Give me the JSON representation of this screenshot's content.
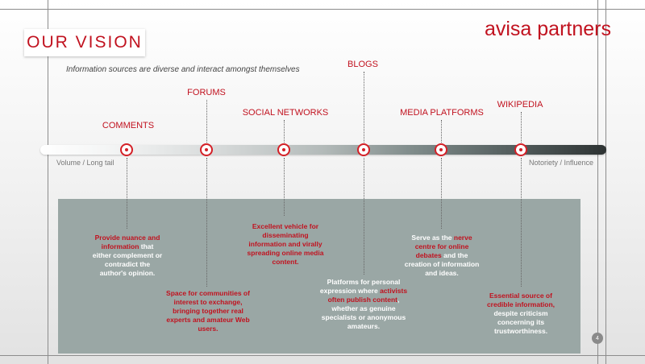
{
  "header": {
    "title": "OUR VISION",
    "brand": "avisa partners"
  },
  "subtitle": "Information sources are diverse and interact amongst themselves",
  "axis": {
    "left_label": "Volume / Long tail",
    "right_label": "Notoriety / Influence"
  },
  "categories": [
    {
      "label": "COMMENTS",
      "desc": {
        "a_red": "Provide nuance and information",
        "b": " that either complement or contradict the author's opinion.",
        "c_red": "",
        "d": ""
      }
    },
    {
      "label": "FORUMS",
      "desc": {
        "a_red": "Space for communities of interest to exchange, bringing together real experts and amateur Web users.",
        "b": "",
        "c_red": "",
        "d": ""
      }
    },
    {
      "label": "SOCIAL NETWORKS",
      "desc": {
        "a_red": "Excellent vehicle for disseminating information and virally spreading online media content.",
        "b": "",
        "c_red": "",
        "d": ""
      }
    },
    {
      "label": "BLOGS",
      "desc": {
        "a_red": "",
        "b": "Platforms for personal expression where ",
        "c_red": "activists often publish content",
        "d": ", whether as genuine specialists or anonymous amateurs."
      }
    },
    {
      "label": "MEDIA PLATFORMS",
      "desc": {
        "a_red": "",
        "b": "Serve as the ",
        "c_red": "nerve centre for online debates",
        "d": " and the creation of information and ideas."
      }
    },
    {
      "label": "WIKIPEDIA",
      "desc": {
        "a_red": "Essential source of credible information,",
        "b": " despite criticism concerning its trustworthiness.",
        "c_red": "",
        "d": ""
      }
    }
  ],
  "page_number": "4"
}
